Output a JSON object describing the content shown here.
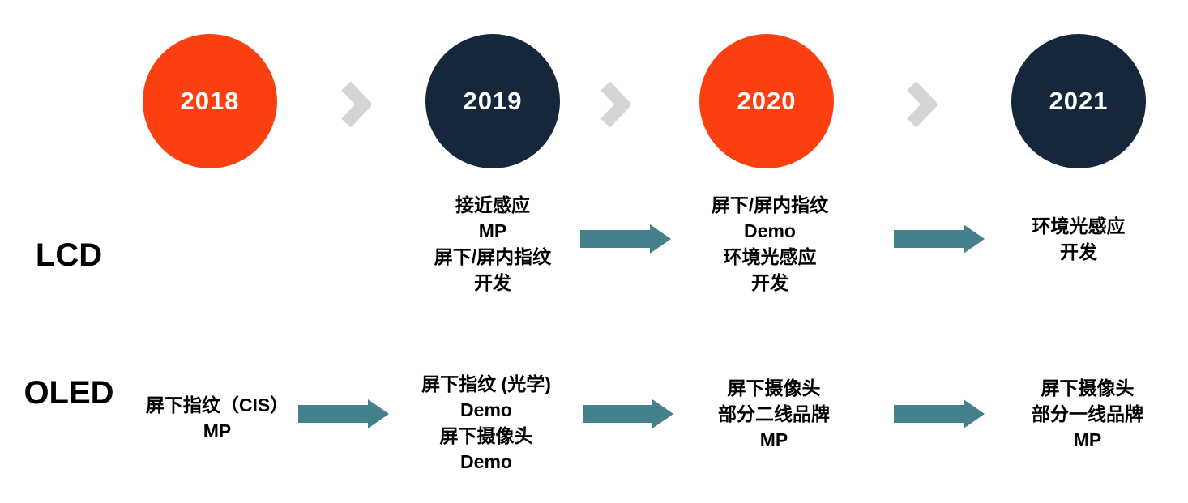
{
  "palette": {
    "orange": "#FA3F11",
    "navy": "#16263B",
    "teal": "#44808C",
    "chevron_gray": "#D5D5D5",
    "text": "#000000"
  },
  "timeline": {
    "years": [
      {
        "label": "2018",
        "color": "#FA3F11"
      },
      {
        "label": "2019",
        "color": "#16263B"
      },
      {
        "label": "2020",
        "color": "#FA3F11"
      },
      {
        "label": "2021",
        "color": "#16263B"
      }
    ]
  },
  "rows": [
    {
      "label": "LCD",
      "cells": [
        [],
        [
          "接近感应",
          "MP",
          "屏下/屏内指纹",
          "开发"
        ],
        [
          "屏下/屏内指纹",
          "Demo",
          "环境光感应",
          "开发"
        ],
        [
          "环境光感应",
          "开发"
        ]
      ]
    },
    {
      "label": "OLED",
      "cells": [
        [
          "屏下指纹（CIS）",
          "MP"
        ],
        [
          "屏下指纹 (光学)",
          "Demo",
          "屏下摄像头",
          "Demo"
        ],
        [
          "屏下摄像头",
          "部分二线品牌",
          "MP"
        ],
        [
          "屏下摄像头",
          "部分一线品牌",
          "MP"
        ]
      ]
    }
  ]
}
